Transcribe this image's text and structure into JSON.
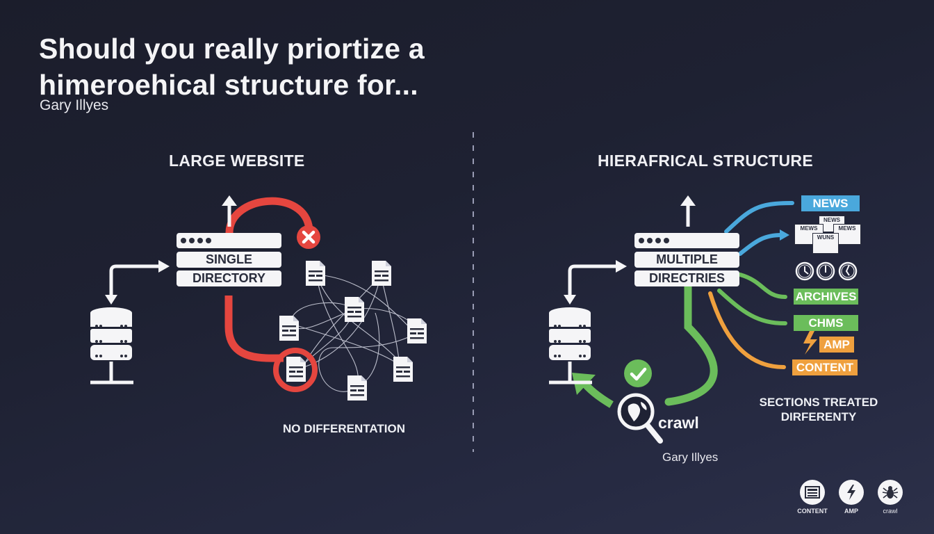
{
  "header": {
    "title_line1": "Should you really priortize a",
    "title_line2": "himeroehical structure for...",
    "author": "Gary Illyes"
  },
  "left_panel": {
    "title": "LARGE WEBSITE",
    "directory_label_line1": "SINGLE",
    "directory_label_line2": "DIRECTORY",
    "caption": "NO DIFFERENTATION",
    "status_icon": "x-icon",
    "accent_color": "#e5463f"
  },
  "right_panel": {
    "title": "HIERAFRICAL STRUCTURE",
    "directory_label_line1": "MULTIPLE",
    "directory_label_line2": "DIRECTRIES",
    "tags": [
      {
        "label": "NEWS",
        "color": "#4aa8dc"
      },
      {
        "label": "ARCHIVES",
        "color": "#6bbd5b"
      },
      {
        "label": "CHMS",
        "color": "#6bbd5b"
      },
      {
        "label": "AMP",
        "color": "#efa03e"
      },
      {
        "label": "CONTENT",
        "color": "#efa03e"
      }
    ],
    "news_papers": [
      "NEWS",
      "MEWS",
      "MEWS",
      "WUNS"
    ],
    "crawl_label": "crawl",
    "crawl_author": "Gary Illyes",
    "caption_line1": "SECTIONS TREATED",
    "caption_line2": "DIRFERENTY",
    "status_icon": "check-icon",
    "accent_green": "#6bbd5b",
    "accent_blue": "#4aa8dc",
    "accent_orange": "#efa03e"
  },
  "legend": [
    {
      "label": "CONTENT",
      "icon": "content-icon"
    },
    {
      "label": "AMP",
      "icon": "lightning-icon"
    },
    {
      "label": "crawl",
      "icon": "spider-icon"
    }
  ]
}
